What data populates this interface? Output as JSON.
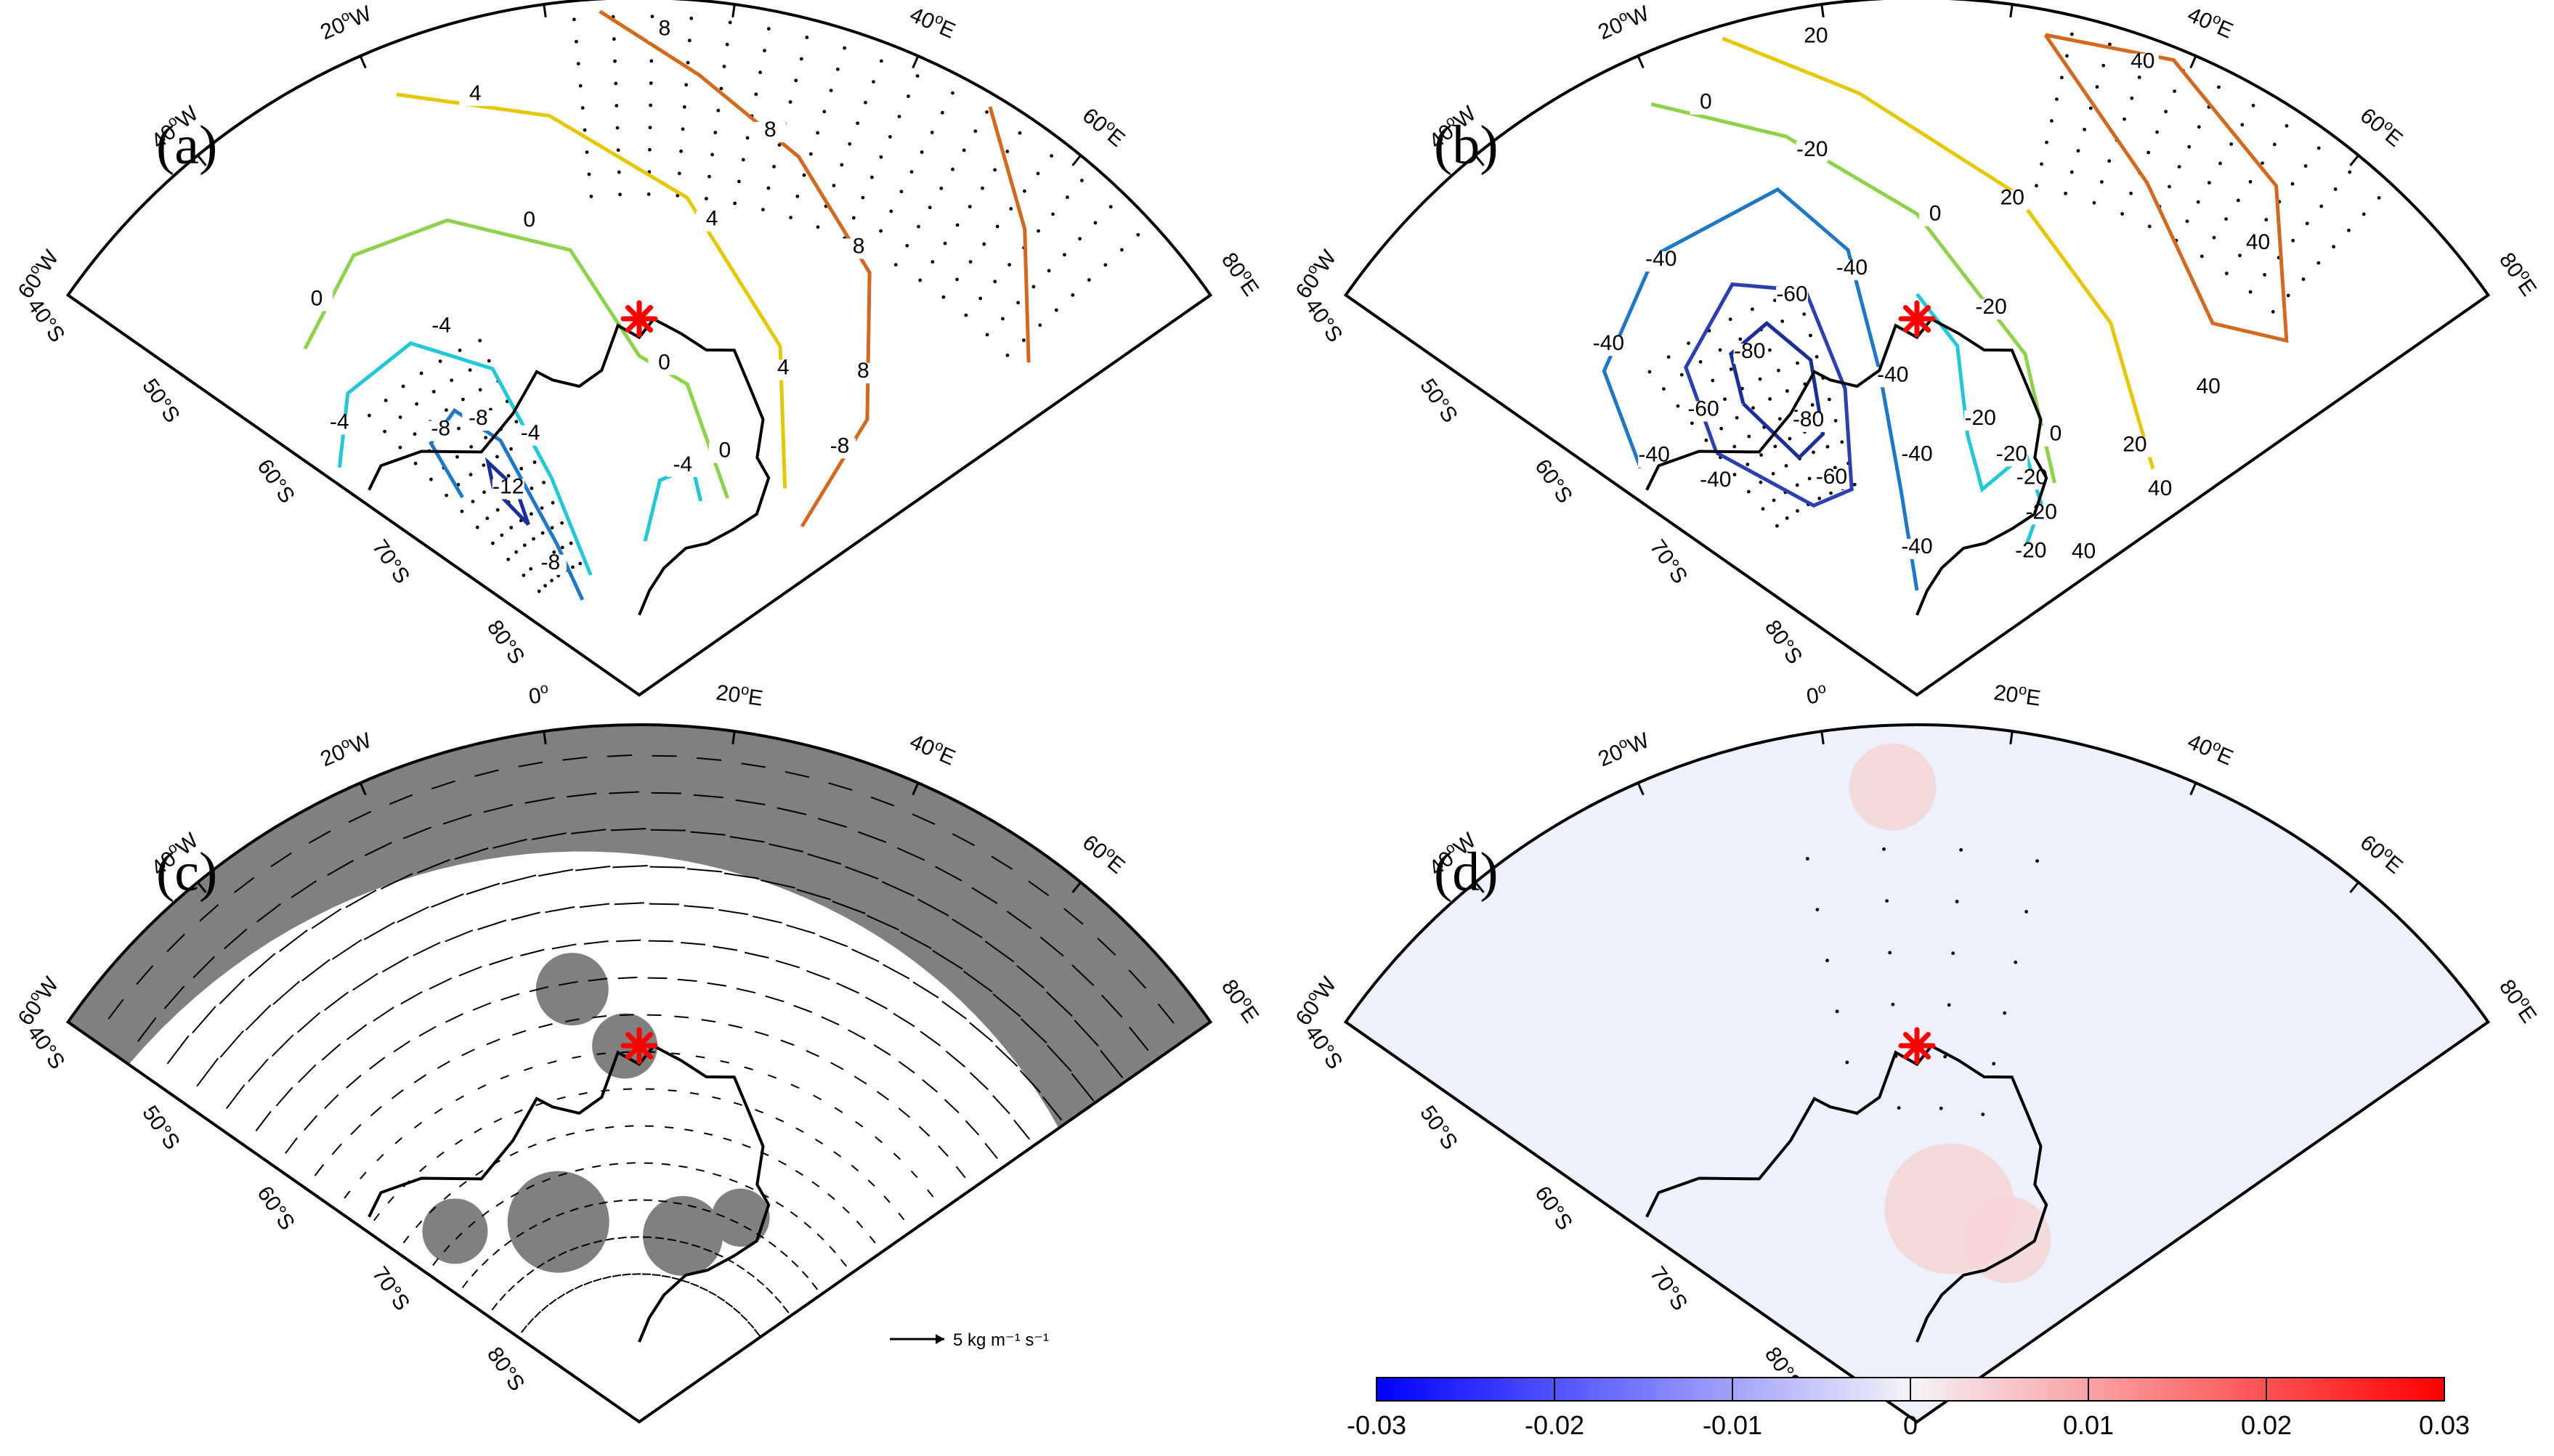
{
  "panels": [
    {
      "id": "a",
      "label": "(a)",
      "contour_labels": [
        {
          "text": "8",
          "color": "#d2691e"
        },
        {
          "text": "8",
          "color": "#d2691e"
        },
        {
          "text": "8",
          "color": "#d2691e"
        },
        {
          "text": "8",
          "color": "#d2691e"
        },
        {
          "text": "-8",
          "color": "#d2691e"
        },
        {
          "text": "4",
          "color": "#e6c800"
        },
        {
          "text": "4",
          "color": "#e6c800"
        },
        {
          "text": "4",
          "color": "#e6c800"
        },
        {
          "text": "0",
          "color": "#8cd24a"
        },
        {
          "text": "0",
          "color": "#8cd24a"
        },
        {
          "text": "0",
          "color": "#8cd24a"
        },
        {
          "text": "0",
          "color": "#8cd24a"
        },
        {
          "text": "-4",
          "color": "#20c8d8"
        },
        {
          "text": "-4",
          "color": "#20c8d8"
        },
        {
          "text": "-4",
          "color": "#20c8d8"
        },
        {
          "text": "-4",
          "color": "#20c8d8"
        },
        {
          "text": "-8",
          "color": "#1e78c8"
        },
        {
          "text": "-8",
          "color": "#1e78c8"
        },
        {
          "text": "-8",
          "color": "#1e78c8"
        },
        {
          "text": "-12",
          "color": "#1a2e9a"
        }
      ]
    },
    {
      "id": "b",
      "label": "(b)",
      "contour_labels": [
        {
          "text": "40",
          "color": "#d2691e"
        },
        {
          "text": "40",
          "color": "#d2691e"
        },
        {
          "text": "40",
          "color": "#d2691e"
        },
        {
          "text": "40",
          "color": "#d2691e"
        },
        {
          "text": "20",
          "color": "#e6c800"
        },
        {
          "text": "20",
          "color": "#e6c800"
        },
        {
          "text": "20",
          "color": "#e6c800"
        },
        {
          "text": "0",
          "color": "#8cd24a"
        },
        {
          "text": "0",
          "color": "#8cd24a"
        },
        {
          "text": "0",
          "color": "#8cd24a"
        },
        {
          "text": "-20",
          "color": "#20c8d8"
        },
        {
          "text": "-20",
          "color": "#20c8d8"
        },
        {
          "text": "-20",
          "color": "#20c8d8"
        },
        {
          "text": "-20",
          "color": "#20c8d8"
        },
        {
          "text": "-20",
          "color": "#20c8d8"
        },
        {
          "text": "-20",
          "color": "#20c8d8"
        },
        {
          "text": "-20",
          "color": "#20c8d8"
        },
        {
          "text": "-40",
          "color": "#1e78c8"
        },
        {
          "text": "-40",
          "color": "#1e78c8"
        },
        {
          "text": "-40",
          "color": "#1e78c8"
        },
        {
          "text": "-40",
          "color": "#1e78c8"
        },
        {
          "text": "-40",
          "color": "#1e78c8"
        },
        {
          "text": "-40",
          "color": "#1e78c8"
        },
        {
          "text": "-40",
          "color": "#1e78c8"
        },
        {
          "text": "-40",
          "color": "#1e78c8"
        },
        {
          "text": "40",
          "color": "#1e78c8"
        },
        {
          "text": "-60",
          "color": "#2a3fb0"
        },
        {
          "text": "-60",
          "color": "#2a3fb0"
        },
        {
          "text": "-60",
          "color": "#2a3fb0"
        },
        {
          "text": "-80",
          "color": "#1a2e9a"
        },
        {
          "text": "-80",
          "color": "#1a2e9a"
        }
      ]
    },
    {
      "id": "c",
      "label": "(c)",
      "vector_legend": "5 kg m⁻¹ s⁻¹"
    },
    {
      "id": "d",
      "label": "(d)"
    }
  ],
  "longitude_labels": [
    {
      "deg": "60",
      "hemi": "W"
    },
    {
      "deg": "40",
      "hemi": "W"
    },
    {
      "deg": "20",
      "hemi": "W"
    },
    {
      "deg": "0",
      "hemi": ""
    },
    {
      "deg": "20",
      "hemi": "E"
    },
    {
      "deg": "40",
      "hemi": "E"
    },
    {
      "deg": "60",
      "hemi": "E"
    },
    {
      "deg": "80",
      "hemi": "E"
    }
  ],
  "latitude_labels": [
    "40°S",
    "50°S",
    "60°S",
    "70°S",
    "80°S"
  ],
  "colorbar": {
    "ticks": [
      "-0.03",
      "-0.02",
      "-0.01",
      "0",
      "0.01",
      "0.02",
      "0.03"
    ],
    "color_low": "#0000ff",
    "color_mid": "#f4f4f8",
    "color_high": "#ff0000"
  },
  "colors": {
    "marker": "#ff0000",
    "shading": "#808080",
    "coast": "#000000"
  }
}
